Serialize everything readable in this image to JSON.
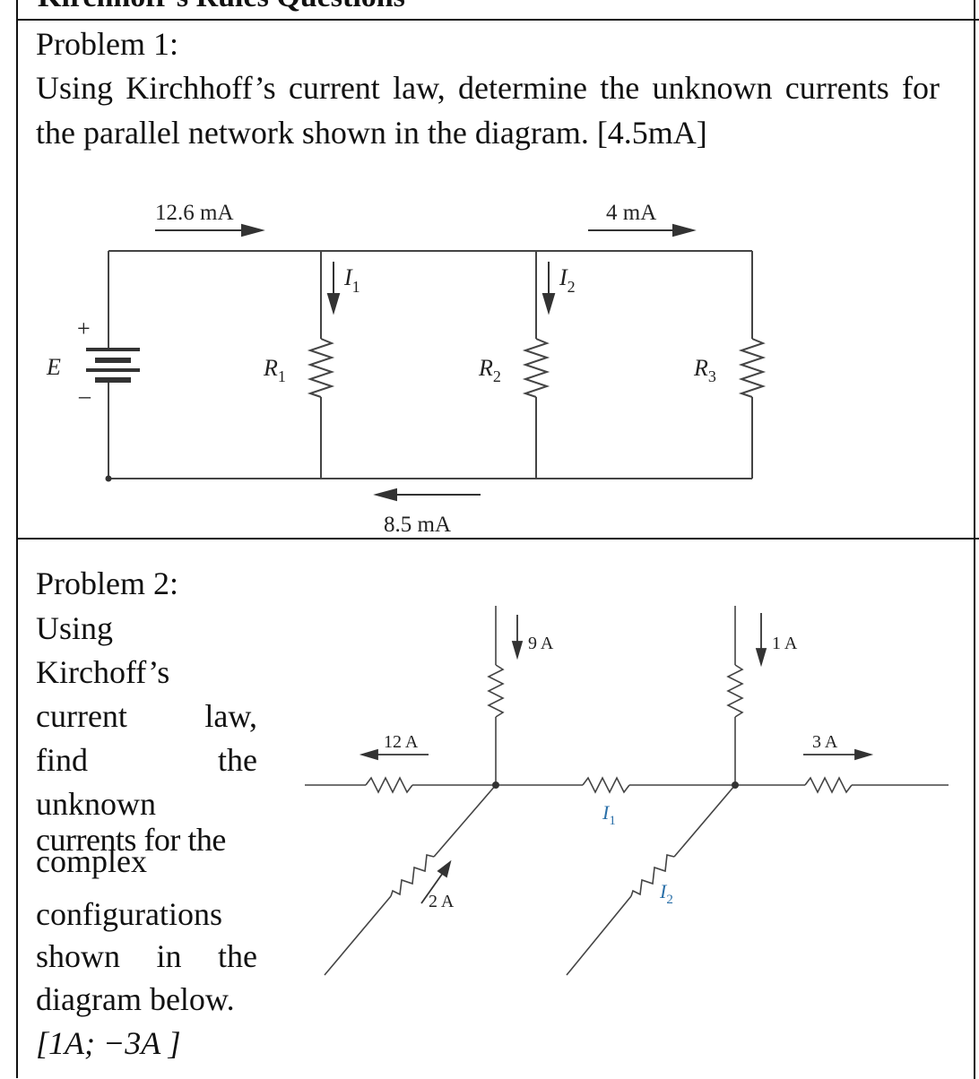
{
  "document": {
    "title": "Kirchhoff’s Rules Questions"
  },
  "problem1": {
    "label": "Problem 1:",
    "text": "Using Kirchhoff’s current law, determine the unknown currents for the parallel network shown in the diagram. [4.5mA]",
    "diagram": {
      "current_top_left": "12.6 mA",
      "current_top_right": "4 mA",
      "current_bottom": "8.5 mA",
      "source_label": "E",
      "plus": "+",
      "minus": "–",
      "r1": {
        "main": "R",
        "sub": "1"
      },
      "r2": {
        "main": "R",
        "sub": "2"
      },
      "r3": {
        "main": "R",
        "sub": "3"
      },
      "i1": {
        "main": "I",
        "sub": "1"
      },
      "i2": {
        "main": "I",
        "sub": "2"
      }
    }
  },
  "problem2": {
    "label": "Problem 2:",
    "lines": {
      "l1": "Using",
      "l2": "Kirchoff’s",
      "l3a": "current",
      "l3b": "law,",
      "l4a": "find",
      "l4b": "the",
      "l5": "unknown",
      "l6": "currents for the",
      "l7": "complex",
      "l8": "configurations",
      "l9a": "shown",
      "l9b": "in",
      "l9c": "the",
      "l10": "diagram below.",
      "answer": "[1A; −3A ]"
    },
    "diagram": {
      "current_9a": "9 A",
      "current_1a": "1 A",
      "current_12a": "12 A",
      "current_3a": "3 A",
      "current_2a": "2 A",
      "i1": {
        "main": "I",
        "sub": "1"
      },
      "i2": {
        "main": "I",
        "sub": "2"
      },
      "label_color": "#2a6fa8"
    }
  }
}
